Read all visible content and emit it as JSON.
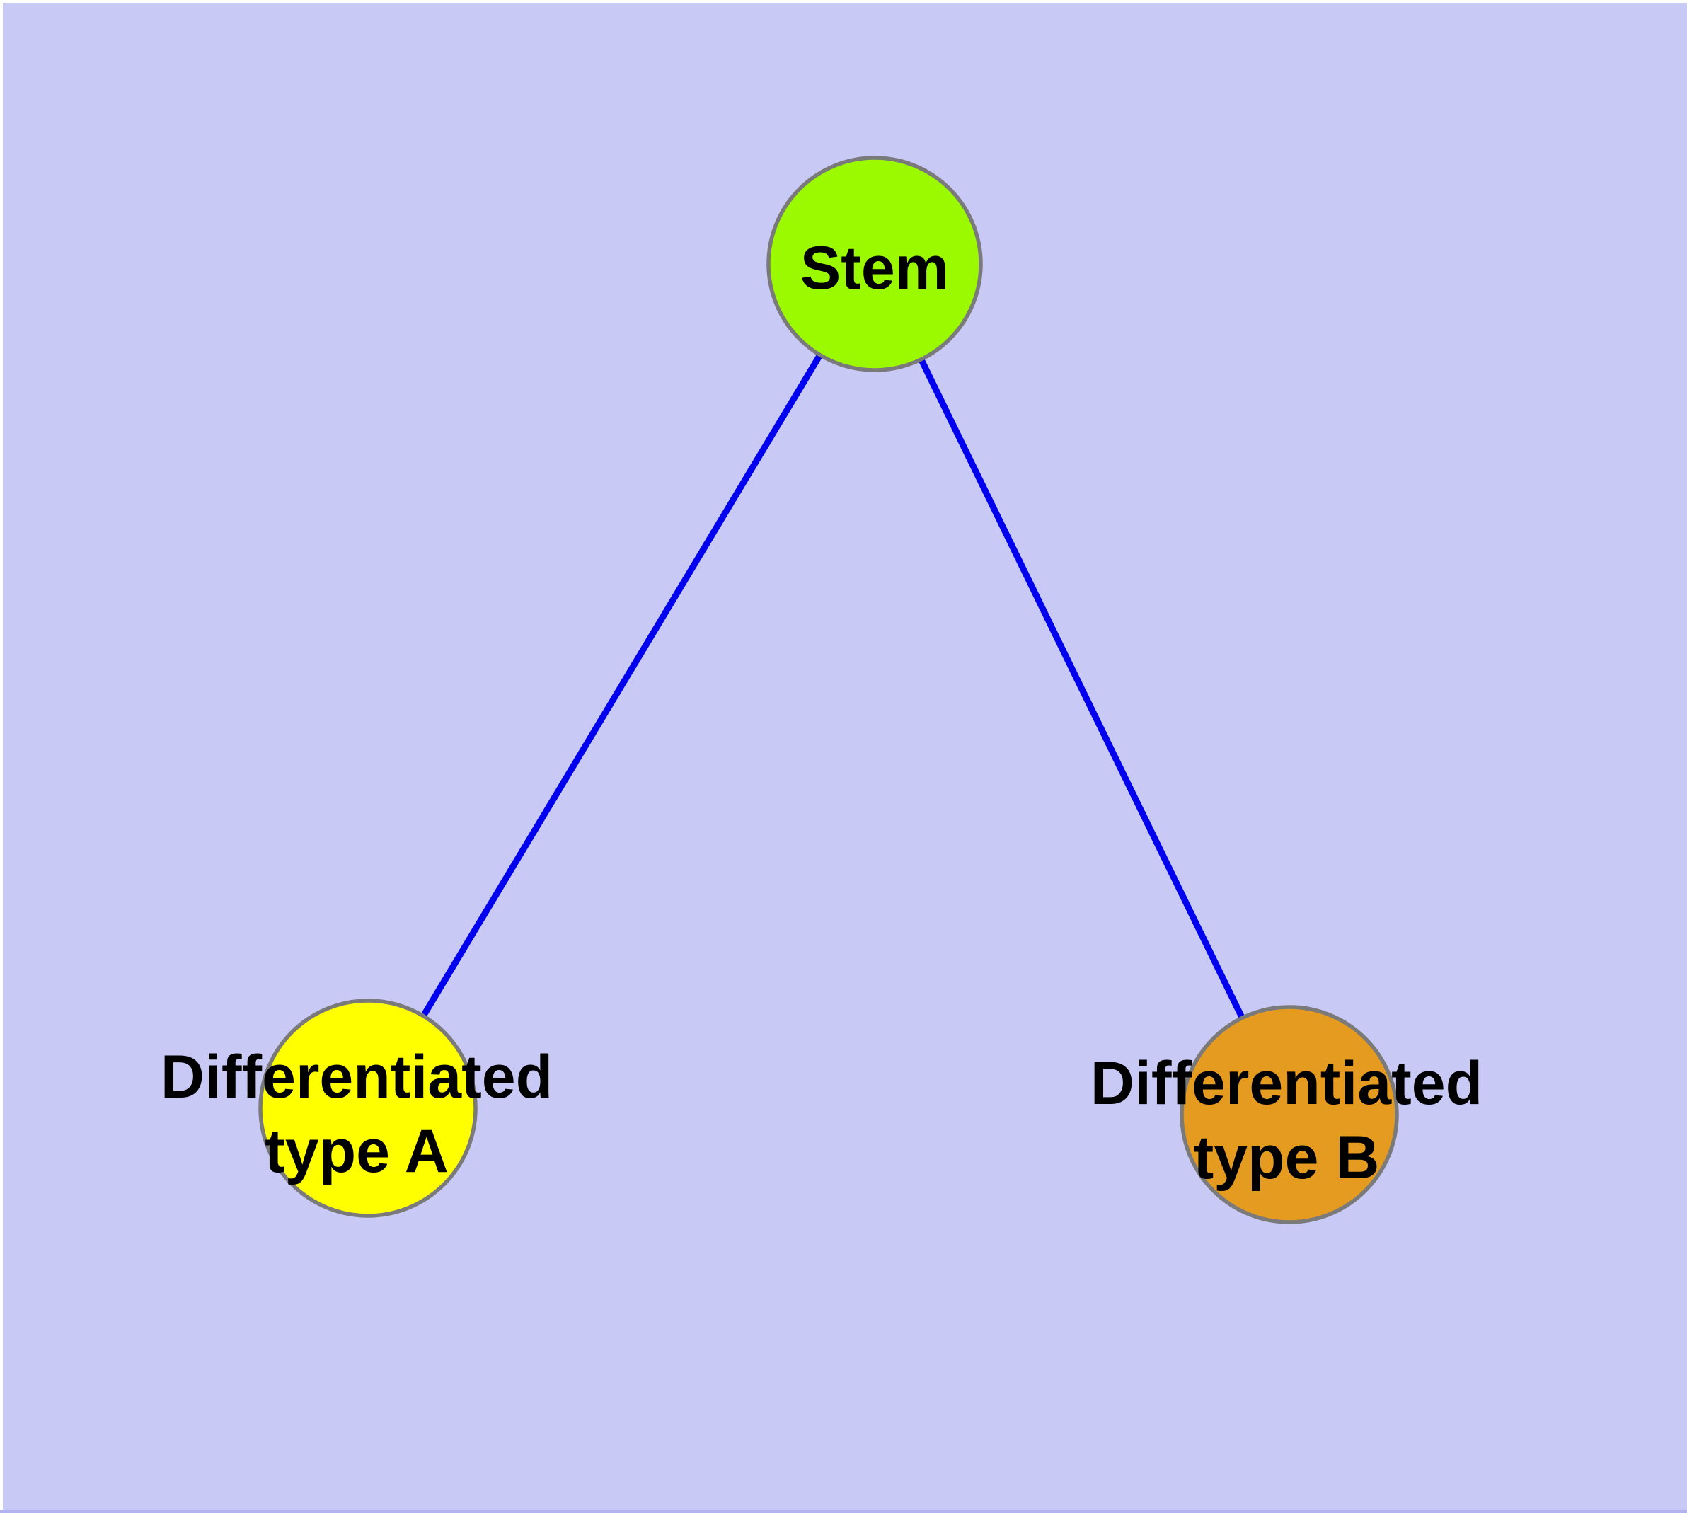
{
  "canvas": {
    "background_color": "#c9c9f5",
    "margin_color": "#ffffff",
    "bottom_strip_color": "#b2b2ee"
  },
  "diagram": {
    "text_color": "#000000",
    "node_border_color": "#7a7a7a",
    "nodes": {
      "stem": {
        "label": "Stem",
        "fill": "#9bfa00",
        "stroke": "#7a7a7a"
      },
      "type_a": {
        "label_line1": "Differentiated",
        "label_line2": "type A",
        "fill": "#ffff00",
        "stroke": "#7a7a7a"
      },
      "type_b": {
        "label_line1": "Differentiated",
        "label_line2": "type B",
        "fill": "#e59a20",
        "stroke": "#7a7a7a"
      }
    },
    "edges": {
      "stem_to_type_a": {
        "from": "Stem",
        "to": "Differentiated type A",
        "color": "#0000ee"
      },
      "stem_to_type_b": {
        "from": "Stem",
        "to": "Differentiated type B",
        "color": "#0000ee"
      }
    }
  }
}
